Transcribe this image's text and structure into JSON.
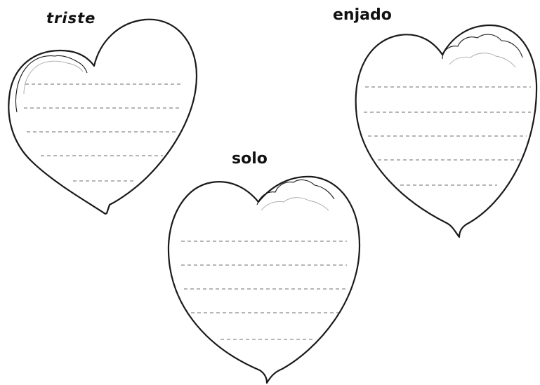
{
  "worksheet": {
    "hearts": [
      {
        "id": "triste",
        "label": "triste"
      },
      {
        "id": "solo",
        "label": "solo"
      },
      {
        "id": "enjado",
        "label": "enjado"
      }
    ]
  }
}
